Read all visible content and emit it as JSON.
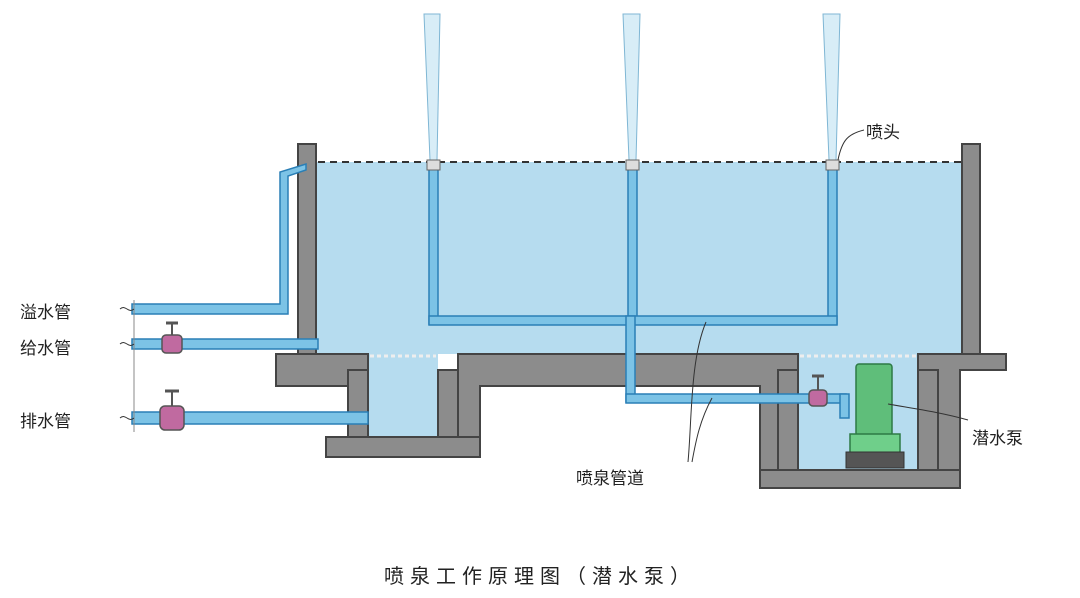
{
  "labels": {
    "overflow_pipe": "溢水管",
    "supply_pipe": "给水管",
    "drain_pipe": "排水管",
    "nozzle": "喷头",
    "fountain_pipe": "喷泉管道",
    "submersible_pump": "潜水泵"
  },
  "caption": "喷泉工作原理图（潜水泵）",
  "colors": {
    "water": "#b6dcef",
    "pipe_fill": "#7cc3e6",
    "pipe_stroke": "#2a7fb6",
    "wall": "#8c8c8c",
    "wall_stroke": "#444444",
    "pump_body": "#5fbe7a",
    "pump_base": "#555555",
    "valve": "#c06aa0"
  }
}
